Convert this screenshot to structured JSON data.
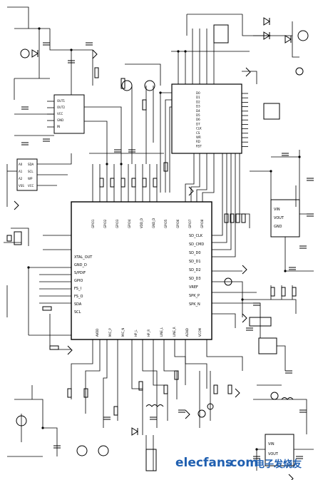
{
  "schematic": {
    "main_ic": {
      "left_pins": [
        "XTAL_OUT",
        "GND_D",
        "S/PDIF",
        "GPIO",
        "FS_I",
        "FS_O",
        "SDA",
        "SCL"
      ],
      "top_pins": [
        "GPIO1",
        "GPIO2",
        "GPIO3",
        "GPIO4",
        "VDD_D",
        "GND_D",
        "GPIO5",
        "GPIO6",
        "GPIO7",
        "GPIO8"
      ],
      "right_pins": [
        "SD_CLK",
        "SD_CMD",
        "SD_D0",
        "SD_D1",
        "SD_D2",
        "SD_D3",
        "VREF",
        "SPK_P",
        "SPK_N"
      ],
      "bottom_pins": [
        "AVDD",
        "MIC_P",
        "MIC_N",
        "HP_L",
        "HP_R",
        "LINE_L",
        "LINE_R",
        "AGND",
        "VCOM"
      ]
    },
    "u_topleft": {
      "pins": [
        "OUT1",
        "OUT2",
        "VCC",
        "GND",
        "IN"
      ]
    },
    "u_left": {
      "pins": [
        "A0",
        "A1",
        "A2",
        "VSS",
        "SDA",
        "SCL",
        "WP",
        "VCC"
      ]
    },
    "u_topright": {
      "pins": [
        "D0",
        "D1",
        "D2",
        "D3",
        "D4",
        "D5",
        "D6",
        "D7",
        "CLK",
        "CS",
        "WR",
        "RD",
        "RST"
      ]
    },
    "u_right": {
      "pins": [
        "VIN",
        "VOUT",
        "GND"
      ]
    },
    "u_bottomright": {
      "pins": [
        "VIN",
        "VOUT"
      ]
    },
    "watermark": {
      "brand": "elecfans",
      "domain": ".com",
      "cn": "电子发烧友",
      "color": "#1f5fb0"
    }
  }
}
